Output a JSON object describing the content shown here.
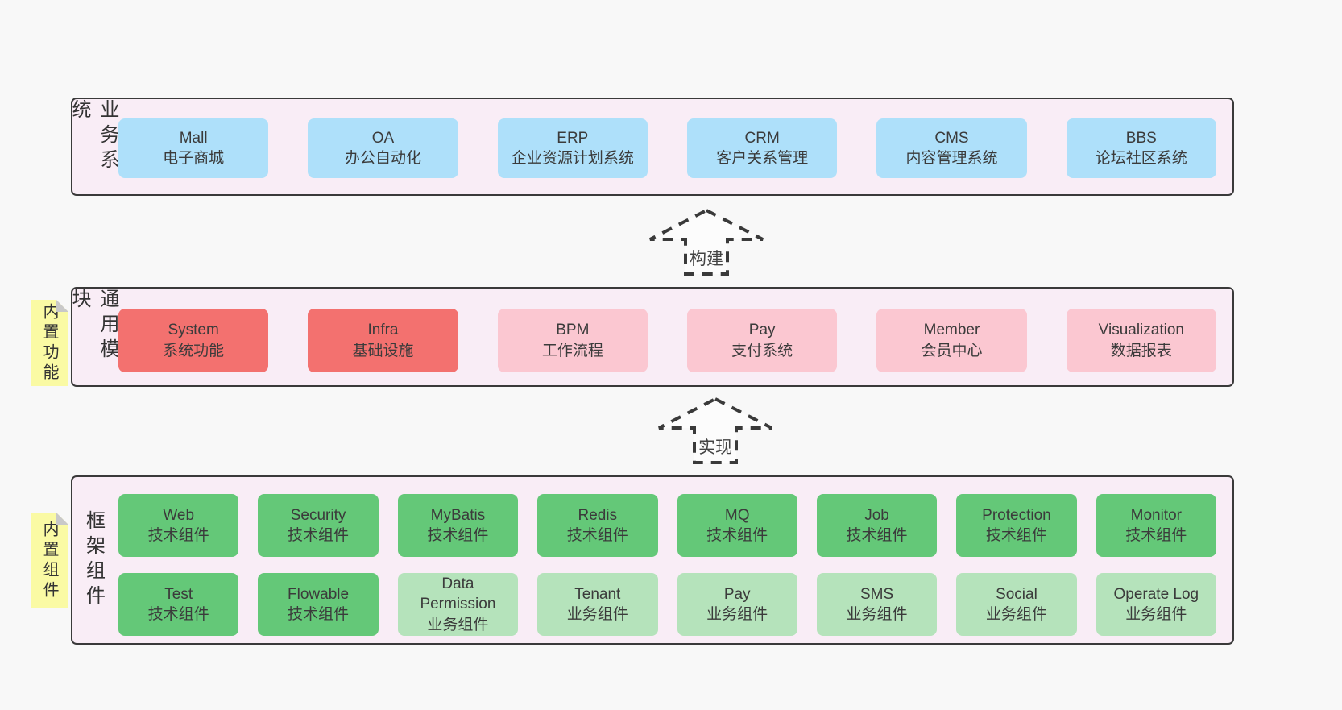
{
  "colors": {
    "page_bg": "#f8f8f8",
    "band_bg": "#f9edf6",
    "band_border": "#3a3a3a",
    "blue": "#aee0fa",
    "red": "#f3716f",
    "pink": "#fbc7d1",
    "green_dark": "#64c878",
    "green_light": "#b5e3bb",
    "sticky_yellow": "#fafaa4",
    "fold_gray": "#c9c9c9",
    "text": "#3b3b3b"
  },
  "bands": [
    {
      "label": "业务系统",
      "boxes": [
        {
          "name": "Mall",
          "subtitle": "电子商城",
          "variant": "blue"
        },
        {
          "name": "OA",
          "subtitle": "办公自动化",
          "variant": "blue"
        },
        {
          "name": "ERP",
          "subtitle": "企业资源计划系统",
          "variant": "blue"
        },
        {
          "name": "CRM",
          "subtitle": "客户关系管理",
          "variant": "blue"
        },
        {
          "name": "CMS",
          "subtitle": "内容管理系统",
          "variant": "blue"
        },
        {
          "name": "BBS",
          "subtitle": "论坛社区系统",
          "variant": "blue"
        }
      ]
    },
    {
      "label": "通用模块",
      "sticky": "内置功能",
      "boxes": [
        {
          "name": "System",
          "subtitle": "系统功能",
          "variant": "red"
        },
        {
          "name": "Infra",
          "subtitle": "基础设施",
          "variant": "red"
        },
        {
          "name": "BPM",
          "subtitle": "工作流程",
          "variant": "pink"
        },
        {
          "name": "Pay",
          "subtitle": "支付系统",
          "variant": "pink"
        },
        {
          "name": "Member",
          "subtitle": "会员中心",
          "variant": "pink"
        },
        {
          "name": "Visualization",
          "subtitle": "数据报表",
          "variant": "pink"
        }
      ]
    },
    {
      "label": "框架组件",
      "sticky": "内置组件",
      "rows": [
        [
          {
            "name": "Web",
            "subtitle": "技术组件",
            "variant": "green-dark"
          },
          {
            "name": "Security",
            "subtitle": "技术组件",
            "variant": "green-dark"
          },
          {
            "name": "MyBatis",
            "subtitle": "技术组件",
            "variant": "green-dark"
          },
          {
            "name": "Redis",
            "subtitle": "技术组件",
            "variant": "green-dark"
          },
          {
            "name": "MQ",
            "subtitle": "技术组件",
            "variant": "green-dark"
          },
          {
            "name": "Job",
            "subtitle": "技术组件",
            "variant": "green-dark"
          },
          {
            "name": "Protection",
            "subtitle": "技术组件",
            "variant": "green-dark"
          },
          {
            "name": "Monitor",
            "subtitle": "技术组件",
            "variant": "green-dark"
          }
        ],
        [
          {
            "name": "Test",
            "subtitle": "技术组件",
            "variant": "green-dark"
          },
          {
            "name": "Flowable",
            "subtitle": "技术组件",
            "variant": "green-dark"
          },
          {
            "name": "Data Permission",
            "subtitle": "业务组件",
            "variant": "green-light"
          },
          {
            "name": "Tenant",
            "subtitle": "业务组件",
            "variant": "green-light"
          },
          {
            "name": "Pay",
            "subtitle": "业务组件",
            "variant": "green-light"
          },
          {
            "name": "SMS",
            "subtitle": "业务组件",
            "variant": "green-light"
          },
          {
            "name": "Social",
            "subtitle": "业务组件",
            "variant": "green-light"
          },
          {
            "name": "Operate Log",
            "subtitle": "业务组件",
            "variant": "green-light"
          }
        ]
      ]
    }
  ],
  "arrows": [
    {
      "label": "构建"
    },
    {
      "label": "实现"
    }
  ]
}
